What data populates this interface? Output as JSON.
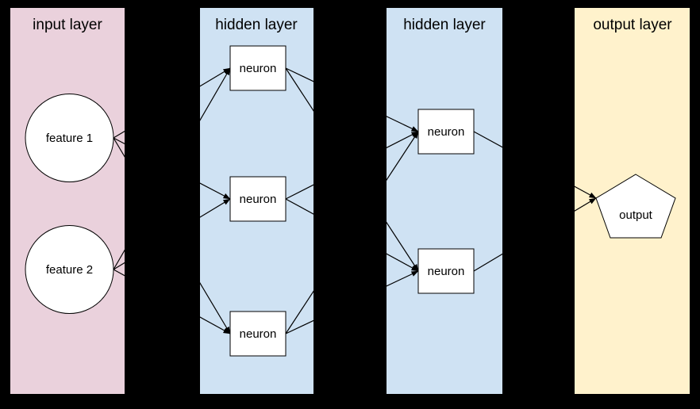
{
  "diagram": {
    "type": "neural-network-architecture",
    "background_color": "#000000",
    "node_fill_color": "#ffffff",
    "connector_color": "#000000",
    "layers": [
      {
        "title": "input layer",
        "color": "#ead1dc",
        "nodes": [
          {
            "id": "feature1",
            "label": "feature 1",
            "shape": "circle"
          },
          {
            "id": "feature2",
            "label": "feature 2",
            "shape": "circle"
          }
        ]
      },
      {
        "title": "hidden layer",
        "color": "#cfe2f3",
        "nodes": [
          {
            "id": "h1n1",
            "label": "neuron",
            "shape": "rectangle"
          },
          {
            "id": "h1n2",
            "label": "neuron",
            "shape": "rectangle"
          },
          {
            "id": "h1n3",
            "label": "neuron",
            "shape": "rectangle"
          }
        ]
      },
      {
        "title": "hidden layer",
        "color": "#cfe2f3",
        "nodes": [
          {
            "id": "h2n1",
            "label": "neuron",
            "shape": "rectangle"
          },
          {
            "id": "h2n2",
            "label": "neuron",
            "shape": "rectangle"
          }
        ]
      },
      {
        "title": "output layer",
        "color": "#fff2cc",
        "nodes": [
          {
            "id": "output",
            "label": "output",
            "shape": "pentagon"
          }
        ]
      }
    ],
    "connections": [
      {
        "from": "feature1",
        "to": "h1n1"
      },
      {
        "from": "feature1",
        "to": "h1n2"
      },
      {
        "from": "feature1",
        "to": "h1n3"
      },
      {
        "from": "feature2",
        "to": "h1n1"
      },
      {
        "from": "feature2",
        "to": "h1n2"
      },
      {
        "from": "feature2",
        "to": "h1n3"
      },
      {
        "from": "h1n1",
        "to": "h2n1"
      },
      {
        "from": "h1n1",
        "to": "h2n2"
      },
      {
        "from": "h1n2",
        "to": "h2n1"
      },
      {
        "from": "h1n2",
        "to": "h2n2"
      },
      {
        "from": "h1n3",
        "to": "h2n1"
      },
      {
        "from": "h1n3",
        "to": "h2n2"
      },
      {
        "from": "h2n1",
        "to": "output"
      },
      {
        "from": "h2n2",
        "to": "output"
      }
    ]
  }
}
